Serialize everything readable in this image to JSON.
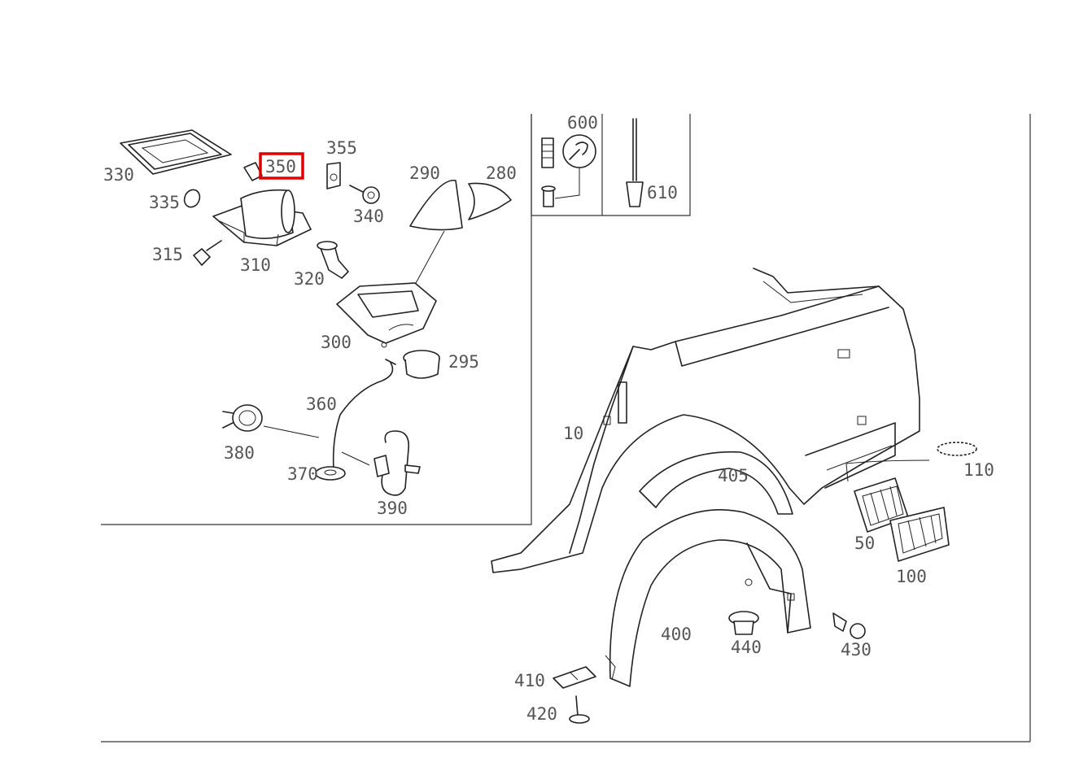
{
  "highlight": {
    "label": "350",
    "color": "#e00000"
  },
  "labels": {
    "l330": "330",
    "l335": "335",
    "l350": "350",
    "l355": "355",
    "l340": "340",
    "l290": "290",
    "l280": "280",
    "l315": "315",
    "l310": "310",
    "l320": "320",
    "l300": "300",
    "l295": "295",
    "l360": "360",
    "l380": "380",
    "l370": "370",
    "l390": "390",
    "l600": "600",
    "l610": "610",
    "l10": "10",
    "l405": "405",
    "l110": "110",
    "l50": "50",
    "l100": "100",
    "l400": "400",
    "l440": "440",
    "l430": "430",
    "l410": "410",
    "l420": "420"
  },
  "icons": {
    "wrench": "wrench-icon"
  }
}
